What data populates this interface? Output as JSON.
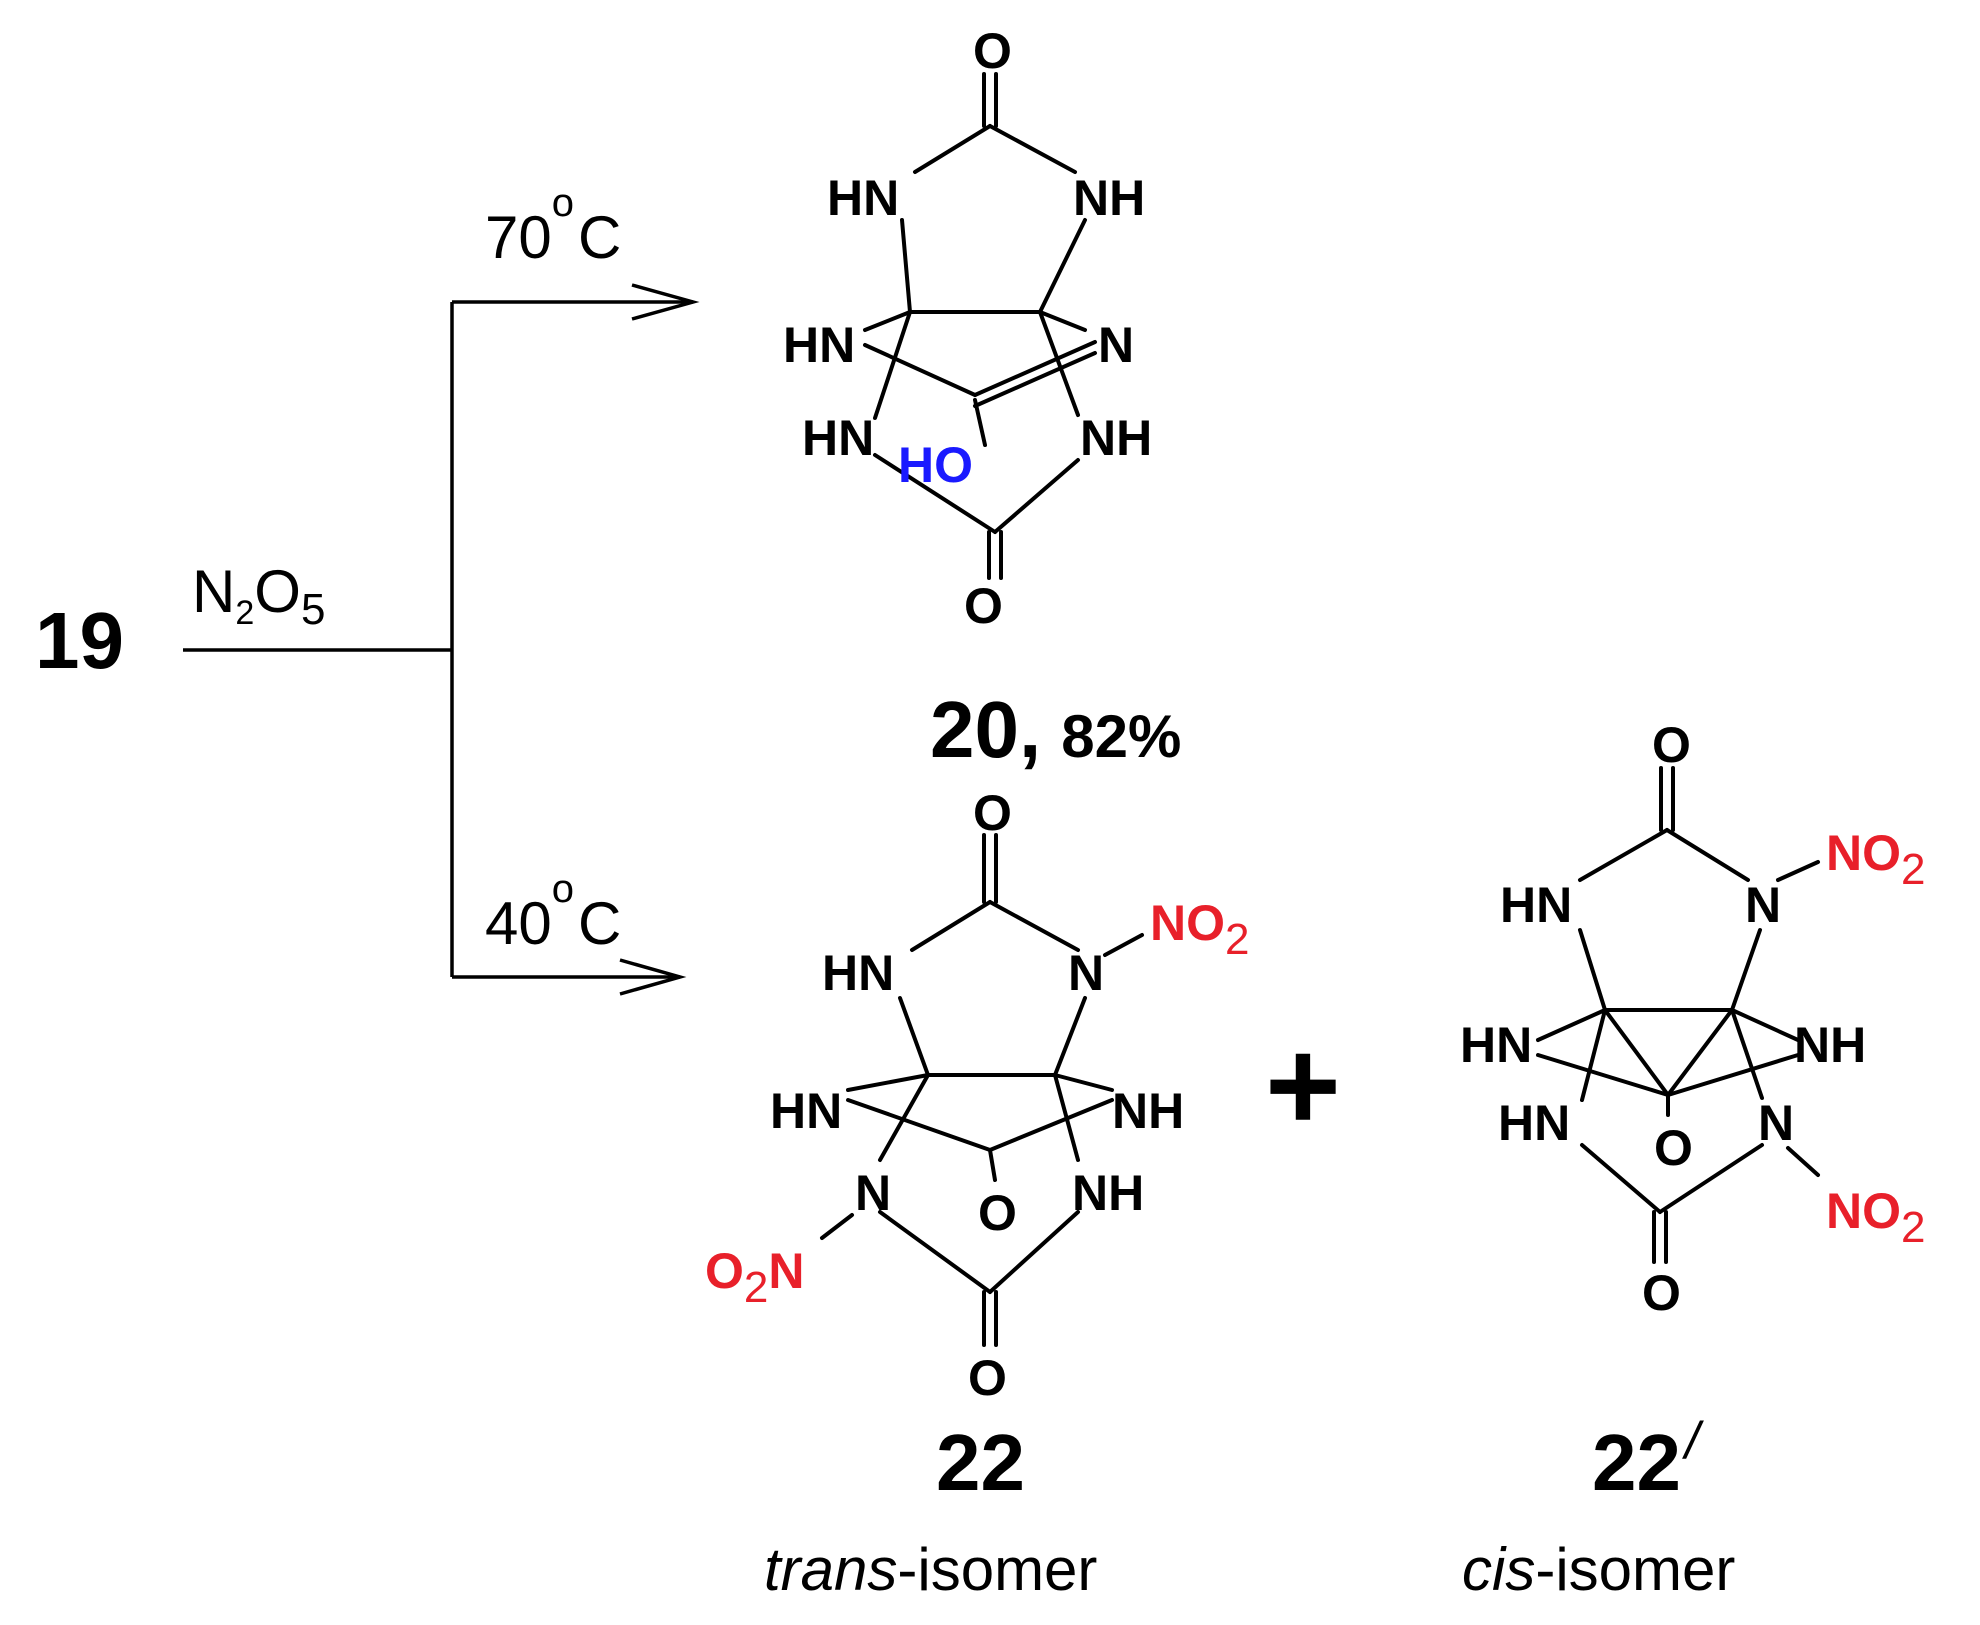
{
  "reactant": {
    "label": "19"
  },
  "reagent": {
    "formula_main": "N",
    "sub1": "2",
    "mid": "O",
    "sub2": "5"
  },
  "conditions": {
    "upper": {
      "temp": "70",
      "deg": "o",
      "unit": "C"
    },
    "lower": {
      "temp": "40",
      "deg": "o",
      "unit": "C"
    }
  },
  "products": {
    "p20": {
      "label": "20,",
      "yield": "82%"
    },
    "p22": {
      "label": "22",
      "caption_italic": "trans",
      "caption_rest": "-isomer"
    },
    "p22prime": {
      "label": "22",
      "prime": "/",
      "caption_italic": "cis",
      "caption_rest": "-isomer"
    }
  },
  "plus": "+",
  "atoms": {
    "O": "O",
    "HN": "HN",
    "NH": "NH",
    "N": "N",
    "HO": "HO",
    "NO2_main": "NO",
    "NO2_sub": "2",
    "O2N_O": "O",
    "O2N_sub": "2",
    "O2N_N": "N"
  },
  "colors": {
    "nitro": "#e8202a",
    "hydroxyl": "#1a1aff",
    "default": "#000000"
  }
}
